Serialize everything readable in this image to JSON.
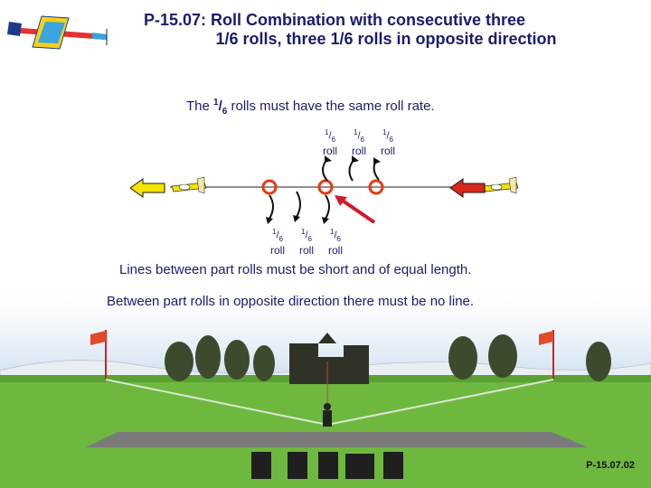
{
  "title": {
    "line1": "P-15.07: Roll Combination with consecutive three",
    "line2": "1/6 rolls, three 1/6 rolls in opposite direction"
  },
  "rate_note": {
    "prefix": "The",
    "frac_num": "1",
    "frac_den": "6",
    "suffix": "rolls must have the same roll rate."
  },
  "upper_labels": [
    {
      "num": "1",
      "den": "6",
      "word": "roll"
    },
    {
      "num": "1",
      "den": "6",
      "word": "roll"
    },
    {
      "num": "1",
      "den": "6",
      "word": "roll"
    }
  ],
  "lower_labels": [
    {
      "num": "1",
      "den": "6",
      "word": "roll"
    },
    {
      "num": "1",
      "den": "6",
      "word": "roll"
    },
    {
      "num": "1",
      "den": "6",
      "word": "roll"
    }
  ],
  "notes": {
    "lines": "Lines between part rolls must be short and of equal length.",
    "opposite": "Between part rolls in opposite direction there must be no line."
  },
  "figure_code": "P-15.07.02",
  "colors": {
    "title": "#1b1b6e",
    "entry_arrow": "#d9281c",
    "exit_arrow": "#f5e400",
    "marker": "#e53a12",
    "wind_arrow": "#d01a2a",
    "grass": "#6fb840",
    "runway": "#7a7a7a"
  }
}
